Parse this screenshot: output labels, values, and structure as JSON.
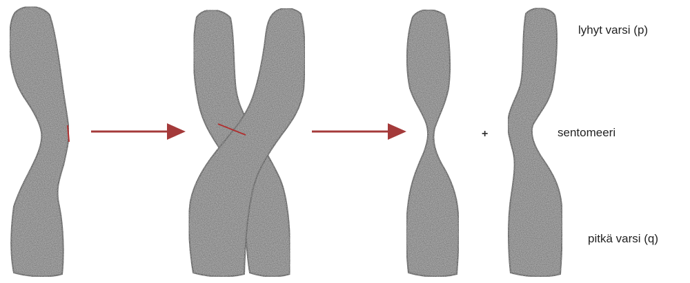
{
  "labels": {
    "short_arm": "lyhyt varsi (p)",
    "centromere": "sentomeeri",
    "long_arm": "pitkä varsi (q)"
  },
  "plus_sign": "+",
  "colors": {
    "chromatid_fill": "#6e6e6e",
    "chromatid_stroke": "#2e2e2e",
    "arrow": "#a43a3a",
    "centromere_mark": "#b03030"
  }
}
